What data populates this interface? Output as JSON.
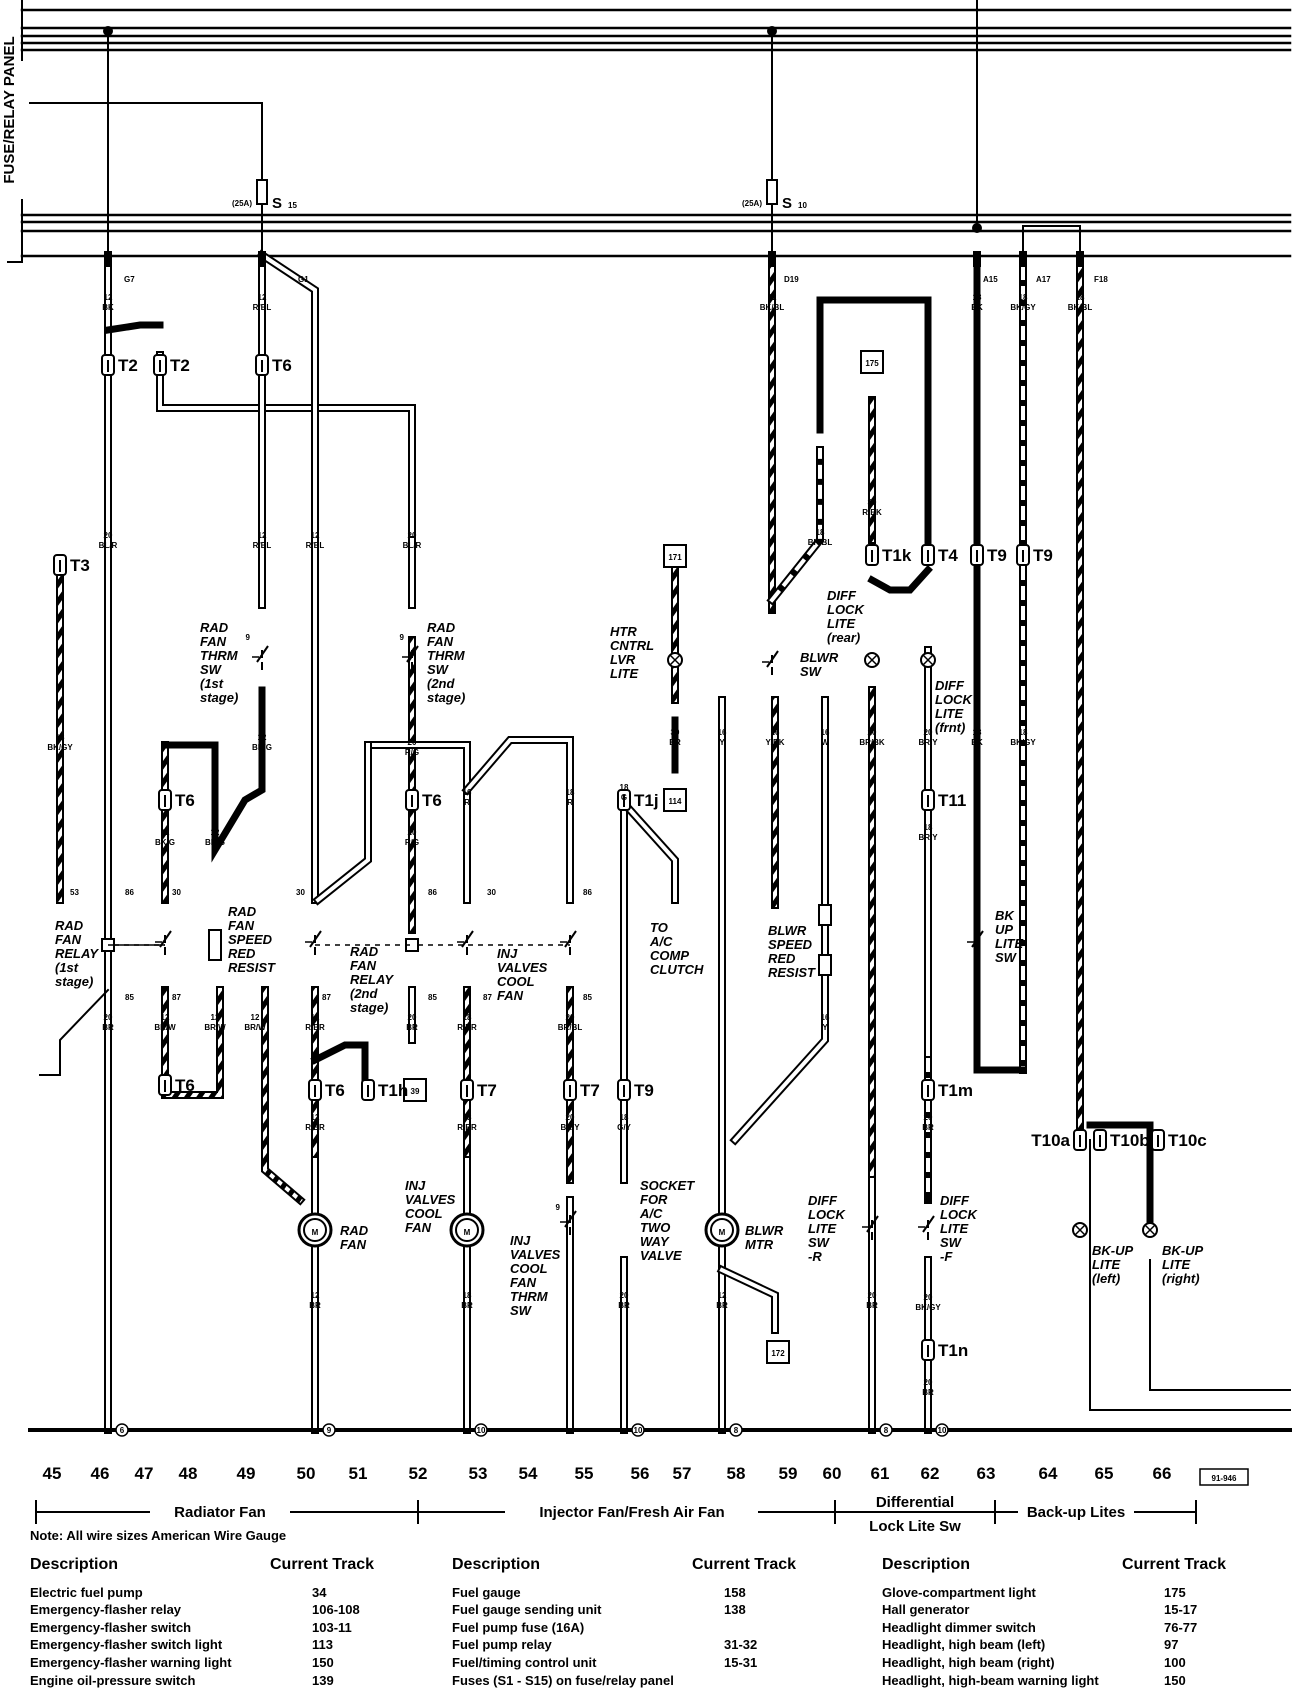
{
  "panel_label": "FUSE/RELAY PANEL",
  "fuses": [
    {
      "id": "S15",
      "name": "S",
      "sub": "15",
      "rating": "(25A)"
    },
    {
      "id": "S10",
      "name": "S",
      "sub": "10",
      "rating": "(25A)"
    }
  ],
  "terminals": {
    "G7": "G7",
    "G1": "G1",
    "D19": "D19",
    "A15": "A15",
    "A17": "A17",
    "F18": "F18"
  },
  "connectors": {
    "T2a": "T2",
    "T2b": "T2",
    "T6a": "T6",
    "T3": "T3",
    "T6b": "T6",
    "T6c": "T6",
    "T6d": "T6",
    "T6e": "T6",
    "T1h": "T1h",
    "T7a": "T7",
    "T7b": "T7",
    "T1j": "T1j",
    "T9a": "T9",
    "T1k": "T1k",
    "T4": "T4",
    "T9b": "T9",
    "T9c": "T9",
    "T11": "T11",
    "T1m": "T1m",
    "T1n": "T1n",
    "T10a": "T10a",
    "T10b": "T10b",
    "T10c": "T10c"
  },
  "wires": {
    "g7": [
      "12",
      "BK"
    ],
    "g1": [
      "12",
      "R/BL"
    ],
    "d19": [
      "12",
      "BK/BL"
    ],
    "a15": [
      "18",
      "BK"
    ],
    "a17": [
      "18",
      "BK/GY"
    ],
    "f18": [
      "18",
      "BK/BL"
    ],
    "w46": [
      "20",
      "BL/R"
    ],
    "w49": [
      "12",
      "R/BL"
    ],
    "w50": [
      "12",
      "R/BL"
    ],
    "w52": [
      "20",
      "BL/R"
    ],
    "w45": [
      "18",
      "BK/GY"
    ],
    "w49b": [
      "12",
      "BK/G"
    ],
    "w52b": [
      "20",
      "R/G"
    ],
    "w48": [
      "12",
      "BK/G"
    ],
    "w49c": [
      "12",
      "BK/G"
    ],
    "w52c": [
      "20",
      "R/G"
    ],
    "w53": [
      "16",
      "R"
    ],
    "w55": [
      "18",
      "R"
    ],
    "w56": [
      "18",
      "G"
    ],
    "w59": [
      "18",
      "BK/BL"
    ],
    "w61": [
      "30",
      "R/BK"
    ],
    "w57": [
      "30",
      "BR"
    ],
    "w58": [
      "16",
      "Y"
    ],
    "w59b": [
      "16",
      "Y/BK"
    ],
    "w60": [
      "16",
      "W"
    ],
    "w61b": [
      "20",
      "BR/BK"
    ],
    "w62": [
      "20",
      "BR/Y"
    ],
    "w63": [
      "18",
      "BK"
    ],
    "w64": [
      "18",
      "BK/GY"
    ],
    "w62b": [
      "18",
      "BR/Y"
    ],
    "w46b": [
      "20",
      "BR"
    ],
    "w48b": [
      "12",
      "BR/W"
    ],
    "w49d": [
      "12",
      "BR/W"
    ],
    "w49e": [
      "12",
      "BR/W"
    ],
    "w50b": [
      "12",
      "R/BR"
    ],
    "w52d": [
      "20",
      "BR"
    ],
    "w53b": [
      "18",
      "R/BR"
    ],
    "w55b": [
      "20",
      "BR/BL"
    ],
    "w59c": [
      "16",
      "Y"
    ],
    "w50c": [
      "12",
      "R/BR"
    ],
    "w53c": [
      "18",
      "R/BR"
    ],
    "w55c": [
      "20",
      "BR/Y"
    ],
    "w56b": [
      "18",
      "G/Y"
    ],
    "w62c": [
      "20",
      "BR"
    ],
    "w50d": [
      "12",
      "BR"
    ],
    "w53d": [
      "18",
      "BR"
    ],
    "w56c": [
      "20",
      "BR"
    ],
    "w58b": [
      "12",
      "BR"
    ],
    "w61c": [
      "20",
      "BR"
    ],
    "w62d": [
      "20",
      "BK/GY"
    ],
    "w62e": [
      "20",
      "BR"
    ]
  },
  "pins": {
    "p53a": "53",
    "p86a": "86",
    "p30a": "30",
    "p85a": "85",
    "p87a": "87",
    "p30b": "30",
    "p86b": "86",
    "p87b": "87",
    "p85b": "85",
    "p30c": "30",
    "p86c": "86",
    "p87c": "87",
    "p85c": "85"
  },
  "switch_nums": {
    "s1": "9",
    "s2": "9",
    "s3": "9"
  },
  "refs": {
    "r175": "175",
    "r171": "171",
    "r114": "114",
    "r39": "39",
    "r172": "172"
  },
  "grounds": [
    "6",
    "9",
    "10",
    "10",
    "8",
    "8",
    "10"
  ],
  "components": {
    "rad_fan_relay_1": [
      "RAD",
      "FAN",
      "RELAY",
      "(1st",
      "stage)"
    ],
    "rad_fan_thrm_sw_1": [
      "RAD",
      "FAN",
      "THRM",
      "SW",
      "(1st",
      "stage)"
    ],
    "rad_fan_thrm_sw_2": [
      "RAD",
      "FAN",
      "THRM",
      "SW",
      "(2nd",
      "stage)"
    ],
    "rad_fan_speed_red_resist": [
      "RAD",
      "FAN",
      "SPEED",
      "RED",
      "RESIST"
    ],
    "rad_fan_relay_2": [
      "RAD",
      "FAN",
      "RELAY",
      "(2nd",
      "stage)"
    ],
    "inj_valves_cool_fan_relay": [
      "INJ",
      "VALVES",
      "COOL",
      "FAN"
    ],
    "rad_fan": [
      "RAD",
      "FAN"
    ],
    "inj_valves_cool_fan": [
      "INJ",
      "VALVES",
      "COOL",
      "FAN"
    ],
    "inj_valves_cool_fan_thrm_sw": [
      "INJ",
      "VALVES",
      "COOL",
      "FAN",
      "THRM",
      "SW"
    ],
    "htr_cntrl_lvr_lite": [
      "HTR",
      "CNTRL",
      "LVR",
      "LITE"
    ],
    "to_ac_comp_clutch": [
      "TO",
      "A/C",
      "COMP",
      "CLUTCH"
    ],
    "socket_ac_valve": [
      "SOCKET",
      "FOR",
      "A/C",
      "TWO",
      "WAY",
      "VALVE"
    ],
    "blwr_sw": [
      "BLWR",
      "SW"
    ],
    "blwr_speed_red_resist": [
      "BLWR",
      "SPEED",
      "RED",
      "RESIST"
    ],
    "blwr_mtr": [
      "BLWR",
      "MTR"
    ],
    "diff_lock_lite_rear": [
      "DIFF",
      "LOCK",
      "LITE",
      "(rear)"
    ],
    "diff_lock_lite_frnt": [
      "DIFF",
      "LOCK",
      "LITE",
      "(frnt)"
    ],
    "diff_lock_lite_sw_r": [
      "DIFF",
      "LOCK",
      "LITE",
      "SW",
      "-R"
    ],
    "diff_lock_lite_sw_f": [
      "DIFF",
      "LOCK",
      "LITE",
      "SW",
      "-F"
    ],
    "bk_up_lite_sw": [
      "BK",
      "UP",
      "LITE",
      "SW"
    ],
    "bk_up_lite_left": [
      "BK-UP",
      "LITE",
      "(left)"
    ],
    "bk_up_lite_right": [
      "BK-UP",
      "LITE",
      "(right)"
    ],
    "motor_symbol": "M"
  },
  "track_numbers": [
    "45",
    "46",
    "47",
    "48",
    "49",
    "50",
    "51",
    "52",
    "53",
    "54",
    "55",
    "56",
    "57",
    "58",
    "59",
    "60",
    "61",
    "62",
    "63",
    "64",
    "65",
    "66"
  ],
  "figure_id": "91-946",
  "sections": {
    "radiator_fan": "Radiator Fan",
    "injector_fan": "Injector Fan/Fresh Air Fan",
    "diff_line1": "Differential",
    "diff_line2": "Lock Lite Sw",
    "backup": "Back-up Lites"
  },
  "note": "Note: All wire sizes American Wire Gauge",
  "legend": {
    "col_desc": "Description",
    "col_track": "Current Track",
    "columns": [
      [
        {
          "desc": "Electric fuel pump",
          "track": "34"
        },
        {
          "desc": "Emergency-flasher relay",
          "track": "106-108"
        },
        {
          "desc": "Emergency-flasher switch",
          "track": "103-11"
        },
        {
          "desc": "Emergency-flasher switch light",
          "track": "113"
        },
        {
          "desc": "Emergency-flasher warning light",
          "track": "150"
        },
        {
          "desc": "Engine oil-pressure switch",
          "track": "139"
        }
      ],
      [
        {
          "desc": "Fuel gauge",
          "track": "158"
        },
        {
          "desc": "Fuel gauge sending unit",
          "track": "138"
        },
        {
          "desc": "Fuel pump fuse (16A)",
          "track": ""
        },
        {
          "desc": "Fuel pump relay",
          "track": "31-32"
        },
        {
          "desc": "Fuel/timing control unit",
          "track": "15-31"
        },
        {
          "desc": "Fuses (S1 - S15) on fuse/relay panel",
          "track": ""
        }
      ],
      [
        {
          "desc": "Glove-compartment light",
          "track": "175"
        },
        {
          "desc": "Hall generator",
          "track": "15-17"
        },
        {
          "desc": "Headlight dimmer switch",
          "track": "76-77"
        },
        {
          "desc": "Headlight, high beam (left)",
          "track": "97"
        },
        {
          "desc": "Headlight, high beam (right)",
          "track": "100"
        },
        {
          "desc": "Headlight, high-beam warning light",
          "track": "150"
        }
      ]
    ]
  }
}
